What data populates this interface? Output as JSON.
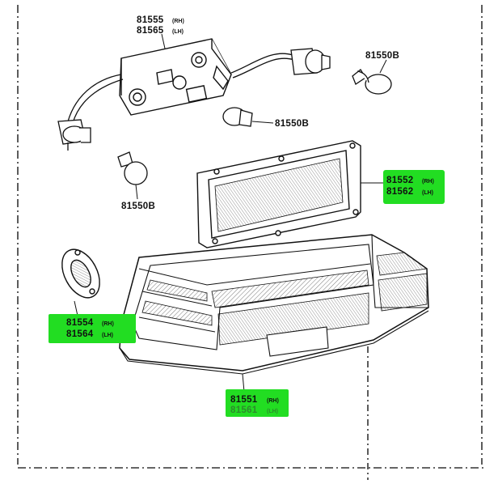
{
  "labels": {
    "socket_rh": "81555",
    "socket_rh_side": "(RH)",
    "socket_lh": "81565",
    "socket_lh_side": "(LH)",
    "bulb_top_right": "81550B",
    "bulb_middle": "81550B",
    "bulb_left": "81550B",
    "gasket_rh": "81552",
    "gasket_rh_side": "(RH)",
    "gasket_lh": "81562",
    "gasket_lh_side": "(LH)",
    "small_gasket_rh": "81554",
    "small_gasket_rh_side": "(RH)",
    "small_gasket_lh": "81564",
    "small_gasket_lh_side": "(LH)",
    "lens_rh": "81551",
    "lens_rh_side": "(RH)",
    "lens_lh": "81561",
    "lens_lh_side": "(LH)"
  },
  "colors": {
    "highlight": "#22dd22",
    "line": "#111111",
    "frame": "#333333"
  }
}
